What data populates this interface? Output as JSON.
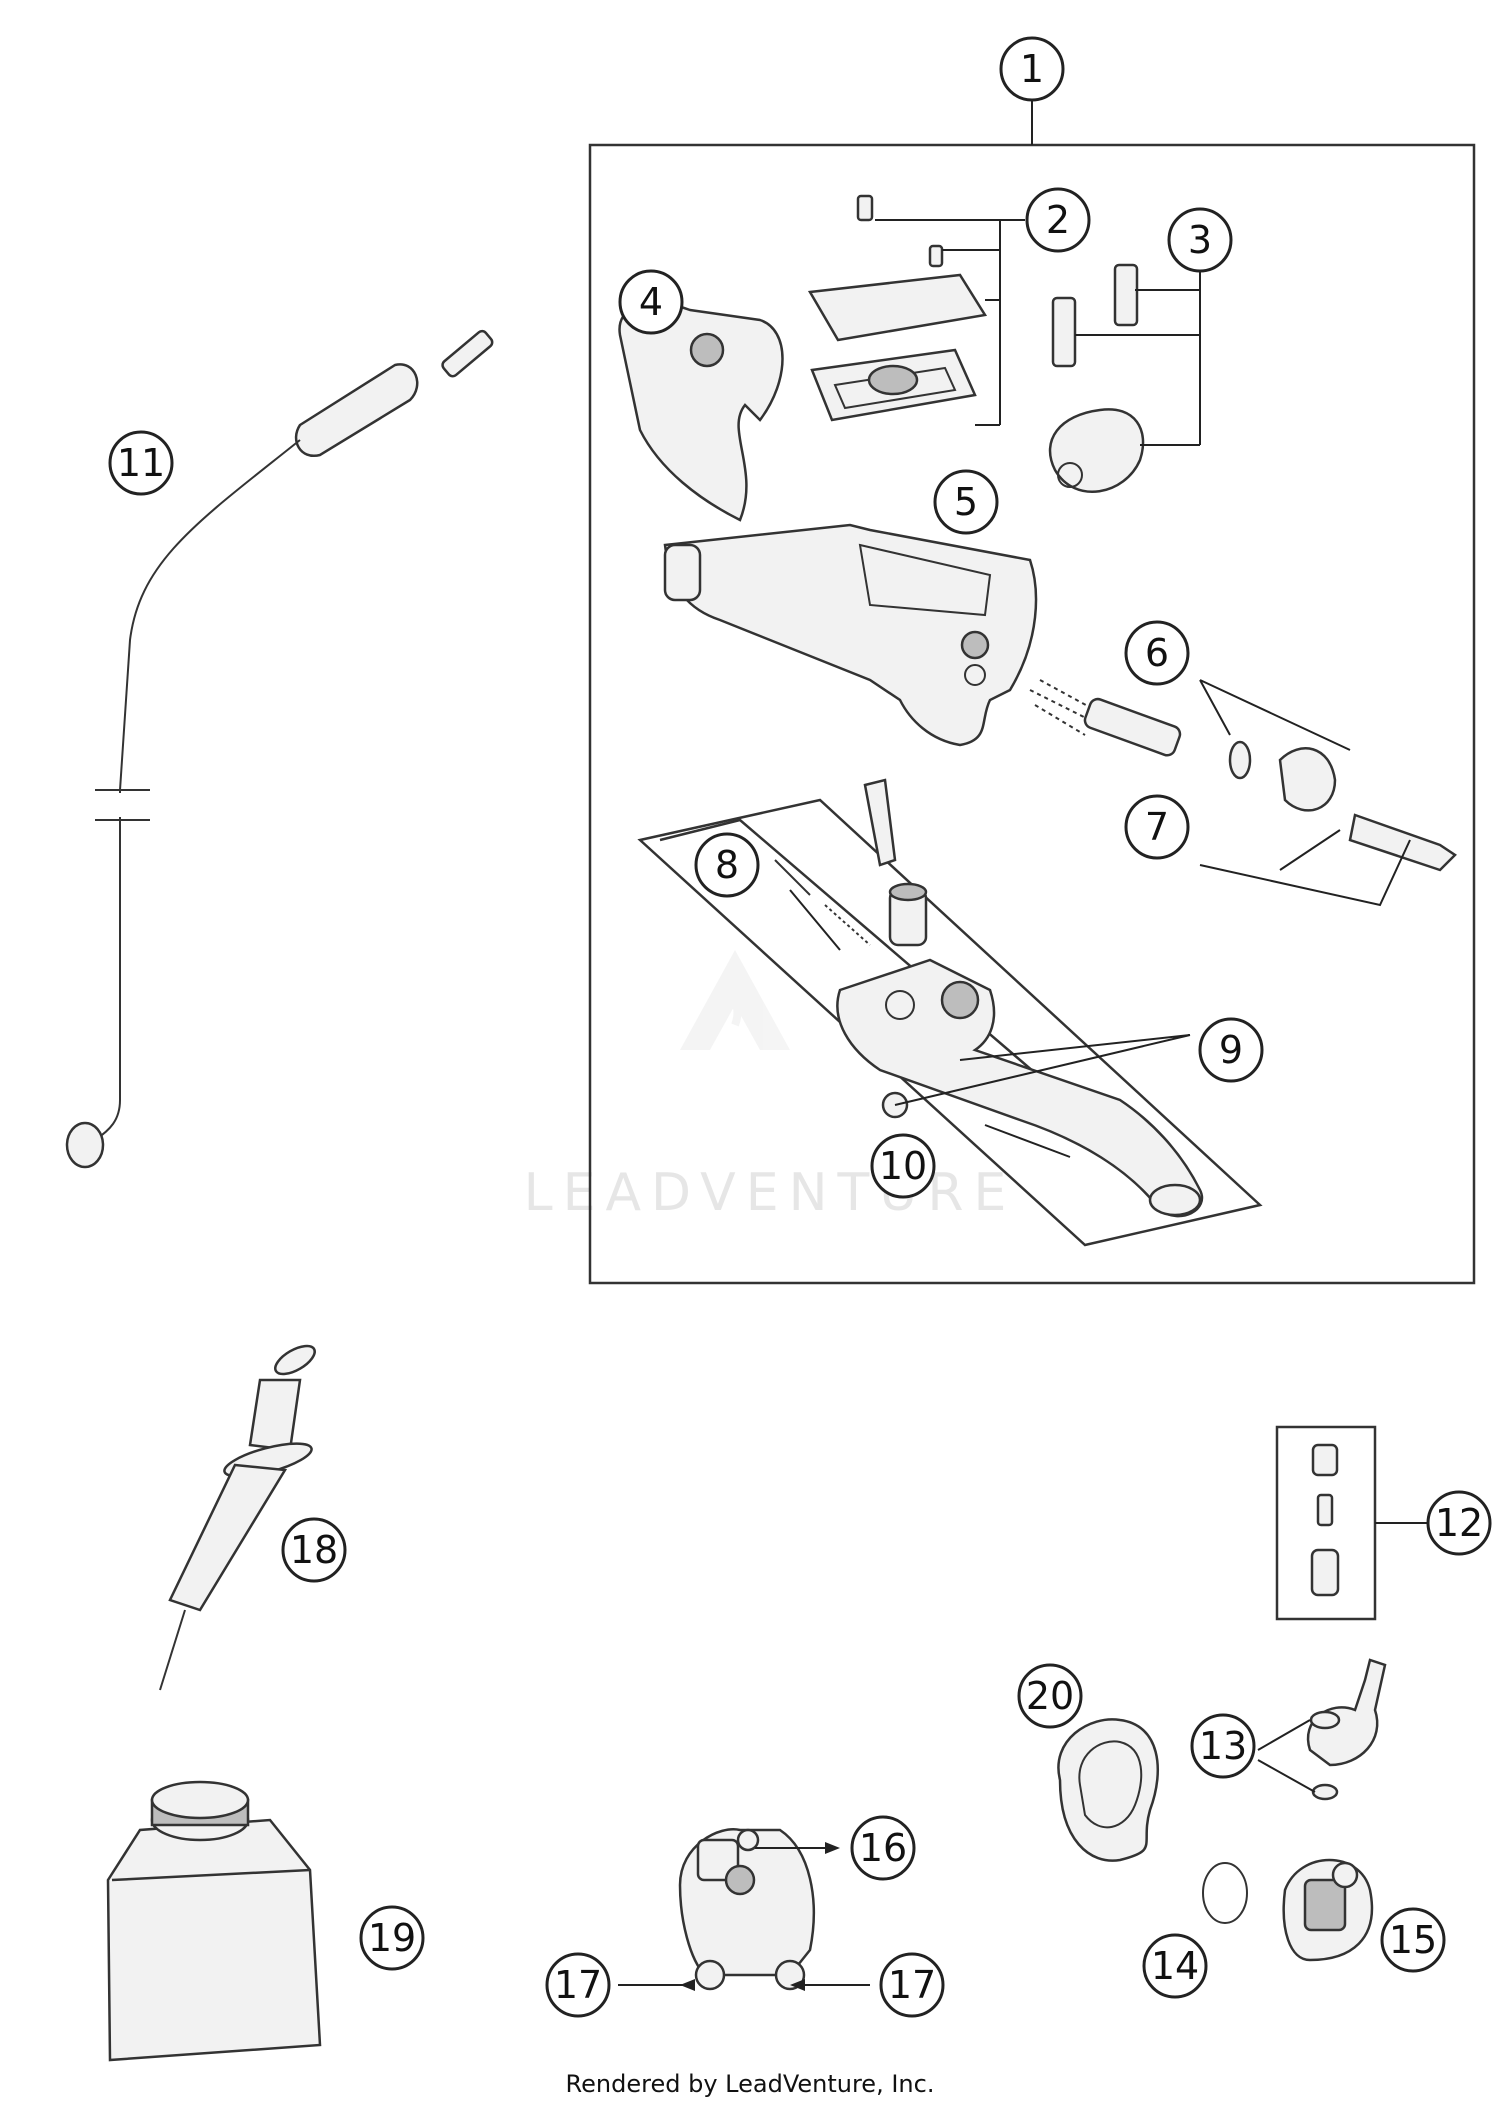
{
  "watermark": "LEADVENTURE",
  "footer": "Rendered by LeadVenture, Inc.",
  "callouts": {
    "c1": "1",
    "c2": "2",
    "c3": "3",
    "c4": "4",
    "c5": "5",
    "c6": "6",
    "c7": "7",
    "c8": "8",
    "c9": "9",
    "c10": "10",
    "c11": "11",
    "c12": "12",
    "c13": "13",
    "c14": "14",
    "c15": "15",
    "c16": "16",
    "c17a": "17",
    "c17b": "17",
    "c18": "18",
    "c19": "19",
    "c20": "20"
  }
}
